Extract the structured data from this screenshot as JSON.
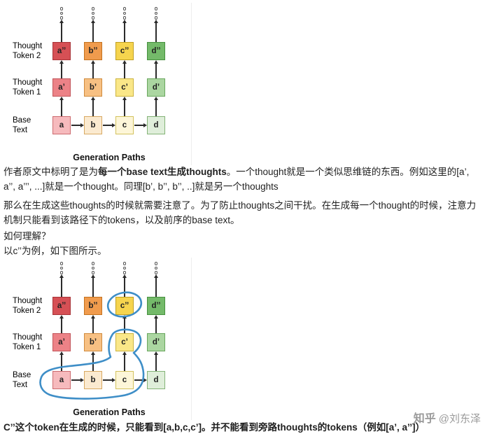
{
  "diagram": {
    "caption": "Generation Paths",
    "rows": [
      {
        "key": "t2",
        "label_lines": [
          "Thought",
          "Token 2"
        ],
        "cells": [
          {
            "text": "a’’",
            "bg": "#d65055",
            "bd": "#a83438"
          },
          {
            "text": "b’’",
            "bg": "#f09b4d",
            "bd": "#c4731f"
          },
          {
            "text": "c’’",
            "bg": "#f6d44e",
            "bd": "#c0a023"
          },
          {
            "text": "d’’",
            "bg": "#74ba6a",
            "bd": "#47913f"
          }
        ]
      },
      {
        "key": "t1",
        "label_lines": [
          "Thought",
          "Token 1"
        ],
        "cells": [
          {
            "text": "a’",
            "bg": "#ec8287",
            "bd": "#c2555a"
          },
          {
            "text": "b’",
            "bg": "#f7c083",
            "bd": "#d08b3e"
          },
          {
            "text": "c’",
            "bg": "#fae788",
            "bd": "#ccb33f"
          },
          {
            "text": "d’",
            "bg": "#abd6a1",
            "bd": "#6aa75e"
          }
        ]
      },
      {
        "key": "base",
        "label_lines": [
          "Base",
          "Text"
        ],
        "cells": [
          {
            "text": "a",
            "bg": "#f6babd",
            "bd": "#cc6b6f"
          },
          {
            "text": "b",
            "bg": "#fbead0",
            "bd": "#d8a963"
          },
          {
            "text": "c",
            "bg": "#fdf6d8",
            "bd": "#d3c25e"
          },
          {
            "text": "d",
            "bg": "#dfeeda",
            "bd": "#84b377"
          }
        ]
      }
    ]
  },
  "annotations": {
    "color": "#3e8ec7"
  },
  "text": {
    "para1": [
      {
        "t": "作者原文中标明了是为"
      },
      {
        "t": "每一个base text生成thoughts"
      },
      {
        "t": "。一个thought就是一个类似思维链的东西。例如这里的[a’, a’’, a’’’, ...]就是一个thought。同理[b’, b’’, b’’, ..]就是另一个thoughts"
      }
    ],
    "para2": "那么在生成这些thoughts的时候就需要注意了。为了防止thoughts之间干扰。在生成每一个thought的时候，注意力机制只能看到该路径下的tokens，以及前序的base text。",
    "para3_q": "如何理解？",
    "para3_a": "以c’’为例，如下图所示。",
    "final": "C’’这个token在生成的时候，只能看到[a,b,c,c’]。并不能看到旁路thoughts的tokens（例如[a’, a’’]）"
  },
  "watermark": {
    "site": "知乎",
    "author": "@刘东泽"
  }
}
